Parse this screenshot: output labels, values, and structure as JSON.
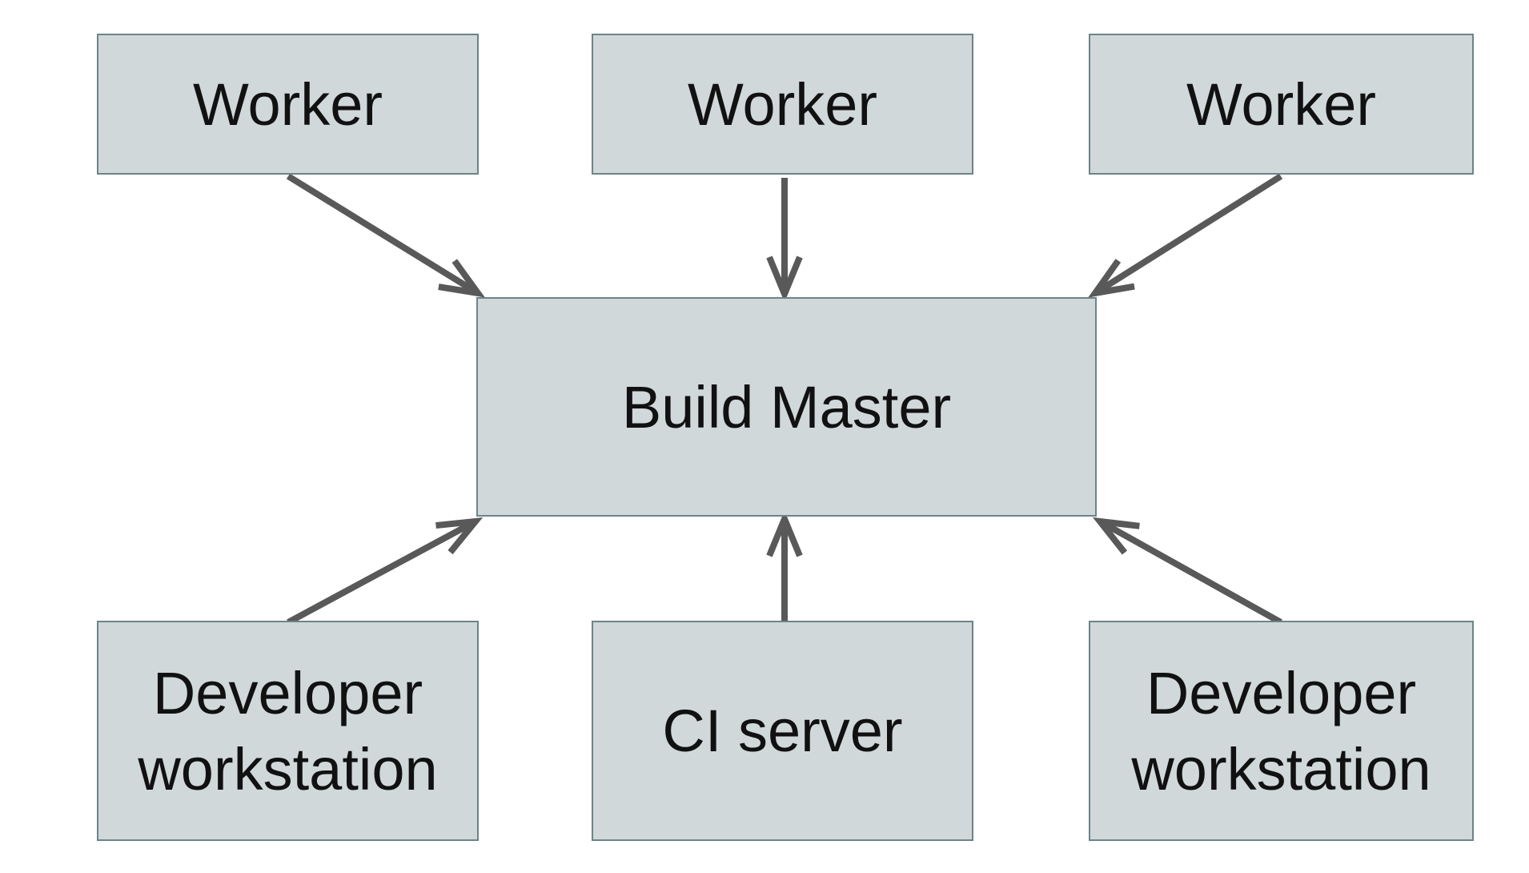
{
  "diagram": {
    "nodes": {
      "worker1": {
        "label": "Worker"
      },
      "worker2": {
        "label": "Worker"
      },
      "worker3": {
        "label": "Worker"
      },
      "build_master": {
        "label": "Build Master"
      },
      "dev_workstation_left": {
        "label": "Developer workstation"
      },
      "ci_server": {
        "label": "CI server"
      },
      "dev_workstation_right": {
        "label": "Developer workstation"
      }
    },
    "edges": [
      {
        "from": "worker1",
        "to": "build_master"
      },
      {
        "from": "worker2",
        "to": "build_master"
      },
      {
        "from": "worker3",
        "to": "build_master"
      },
      {
        "from": "dev_workstation_left",
        "to": "build_master"
      },
      {
        "from": "ci_server",
        "to": "build_master"
      },
      {
        "from": "dev_workstation_right",
        "to": "build_master"
      }
    ]
  },
  "colors": {
    "background": "#ffffff",
    "node_fill": "#d0d8da",
    "node_border": "#6d838a",
    "arrow": "#595959",
    "text": "#111111"
  }
}
